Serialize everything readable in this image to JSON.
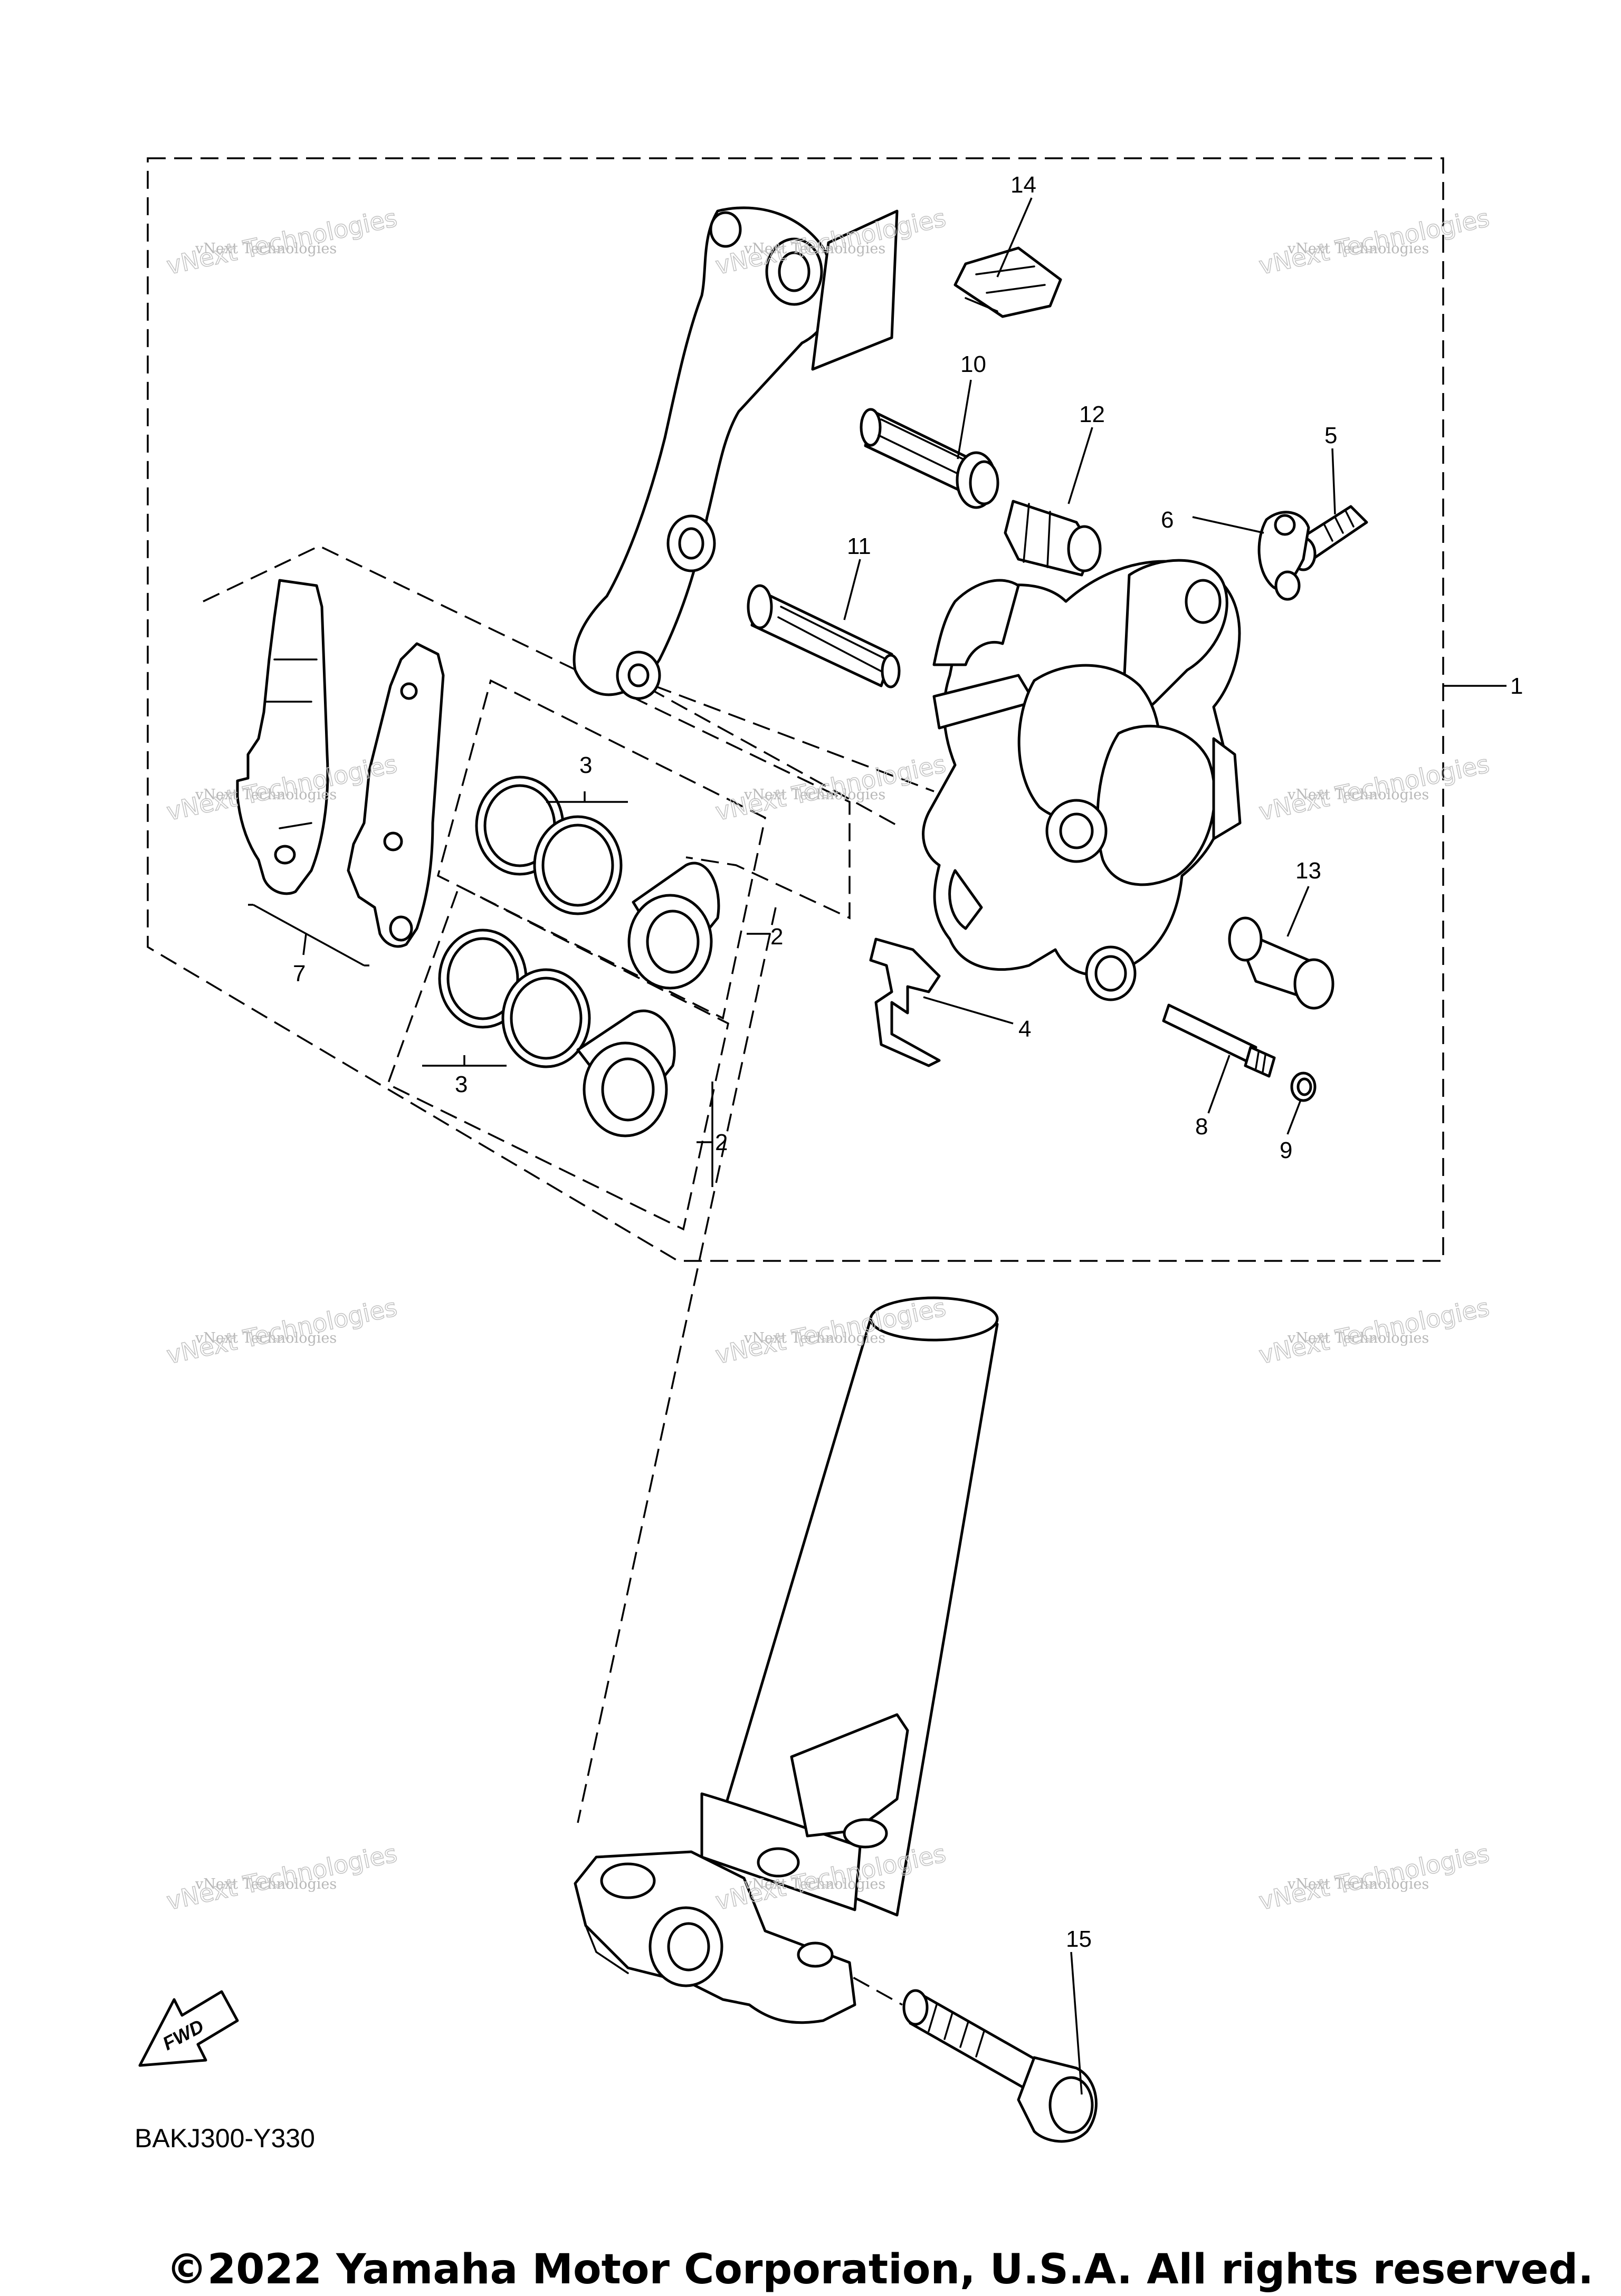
{
  "callouts": [
    {
      "id": "c1",
      "label": "1"
    },
    {
      "id": "c2a",
      "label": "2"
    },
    {
      "id": "c2b",
      "label": "2"
    },
    {
      "id": "c3a",
      "label": "3"
    },
    {
      "id": "c3b",
      "label": "3"
    },
    {
      "id": "c4",
      "label": "4"
    },
    {
      "id": "c5",
      "label": "5"
    },
    {
      "id": "c6",
      "label": "6"
    },
    {
      "id": "c7",
      "label": "7"
    },
    {
      "id": "c8",
      "label": "8"
    },
    {
      "id": "c9",
      "label": "9"
    },
    {
      "id": "c10",
      "label": "10"
    },
    {
      "id": "c11",
      "label": "11"
    },
    {
      "id": "c12",
      "label": "12"
    },
    {
      "id": "c13",
      "label": "13"
    },
    {
      "id": "c14",
      "label": "14"
    },
    {
      "id": "c15",
      "label": "15"
    }
  ],
  "watermark": {
    "line1": "vNext Technologies",
    "line2": "vNext Technologies"
  },
  "fwd_label": "FWD",
  "diagram_code": "BAKJ300-Y330",
  "copyright": "©2022 Yamaha Motor Corporation, U.S.A. All rights reserved."
}
